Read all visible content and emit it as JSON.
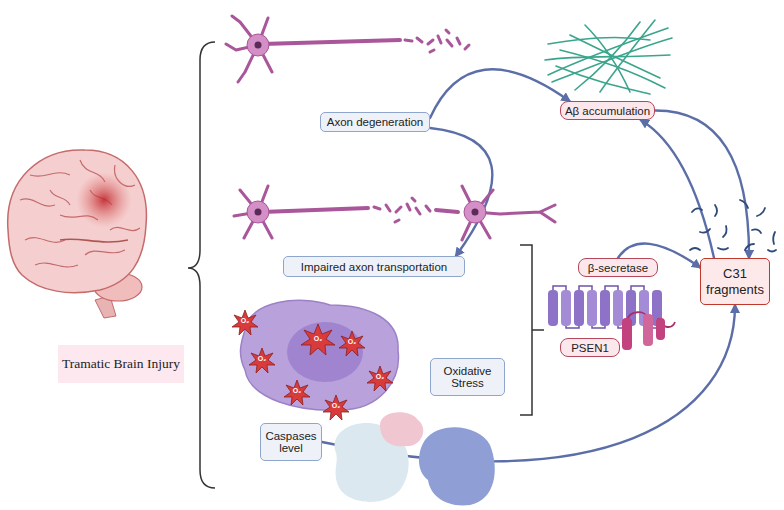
{
  "diagram": {
    "nodes": [
      {
        "text": [
          "Tramatic Brain Injury"
        ]
      },
      {
        "text": [
          "Axon degeneration"
        ]
      },
      {
        "text": [
          "Aβ accumulation"
        ]
      },
      {
        "text": [
          "Impaired axon transportation"
        ]
      },
      {
        "text": [
          "β-secretase"
        ]
      },
      {
        "text": [
          "C31 fragments"
        ]
      },
      {
        "text": [
          "Oxidative Stress"
        ]
      },
      {
        "text": [
          "PSEN1"
        ]
      },
      {
        "text": [
          "Caspases level"
        ]
      }
    ],
    "edges": [
      {
        "from": 1,
        "to": 2,
        "arrow": "to"
      },
      {
        "from": 1,
        "to": 3,
        "arrow": "to"
      },
      {
        "from": 2,
        "to": 5,
        "arrow": "to"
      },
      {
        "from": 5,
        "to": 2,
        "arrow": "to"
      },
      {
        "from": 4,
        "to": 5,
        "arrow": "to"
      },
      {
        "from": 8,
        "to": 5,
        "arrow": "to"
      }
    ],
    "labels": [
      "O₂",
      "O₂",
      "O₂",
      "O₂",
      "O₂",
      "O₂",
      "O₂"
    ]
  }
}
